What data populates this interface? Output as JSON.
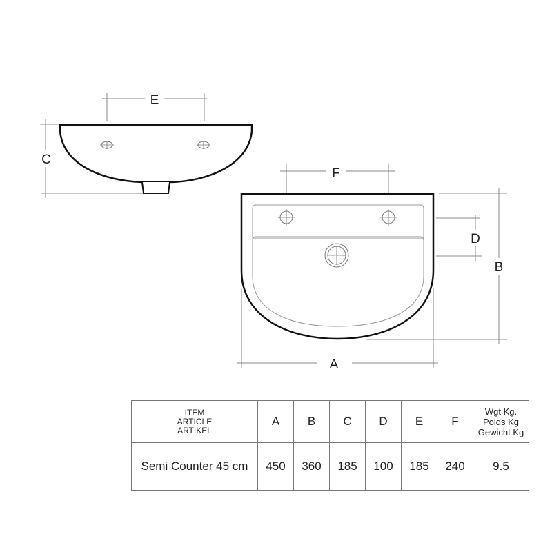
{
  "drawing": {
    "side_view": {
      "labels": {
        "E": "E",
        "C": "C"
      }
    },
    "top_view": {
      "labels": {
        "F": "F",
        "D": "D",
        "B": "B",
        "A": "A"
      }
    },
    "line_color": "#111111",
    "dim_line_color": "#888888"
  },
  "table": {
    "headers": {
      "item": [
        "ITEM",
        "ARTICLE",
        "ARTIKEL"
      ],
      "A": "A",
      "B": "B",
      "C": "C",
      "D": "D",
      "E": "E",
      "F": "F",
      "weight": [
        "Wgt Kg.",
        "Poids Kg",
        "Gewicht Kg"
      ]
    },
    "rows": [
      {
        "item": "Semi Counter 45 cm",
        "A": "450",
        "B": "360",
        "C": "185",
        "D": "100",
        "E": "185",
        "F": "240",
        "weight": "9.5"
      }
    ]
  }
}
